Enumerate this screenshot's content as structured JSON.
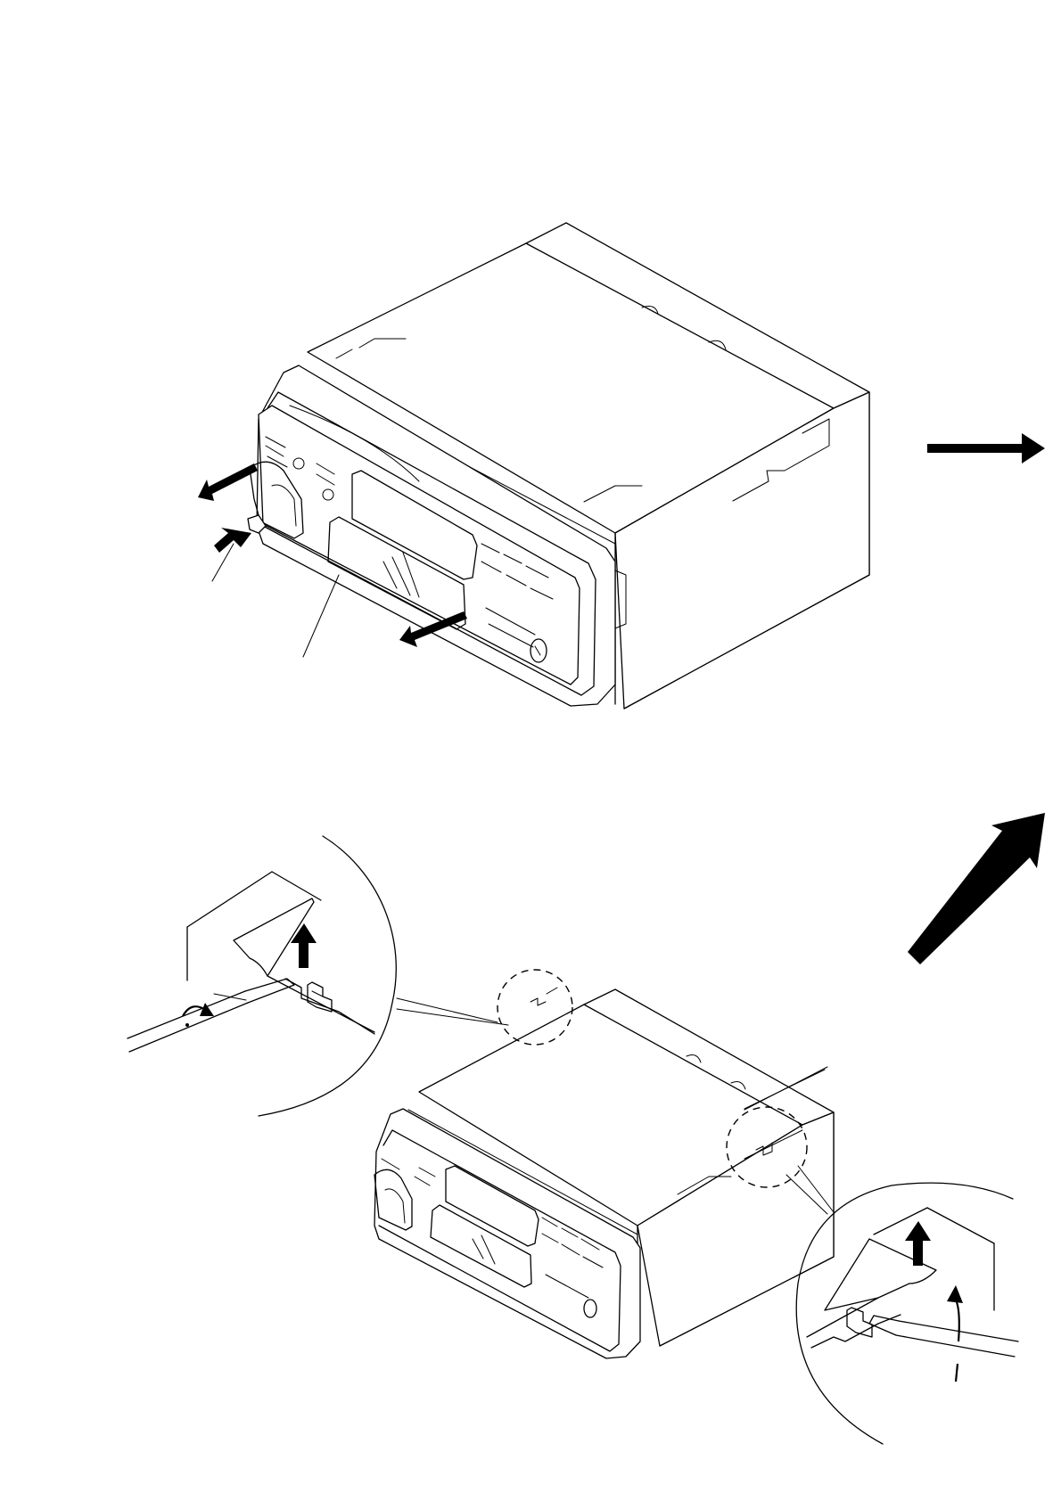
{
  "diagram": {
    "description_visible_text": [],
    "colors": {
      "ink": "#000000",
      "paper": "#ffffff"
    },
    "steps": [
      {
        "id": "step-1",
        "icon": "front-panel-removal-view"
      },
      {
        "id": "step-2",
        "icon": "cover-release-view"
      }
    ],
    "icons": [
      "flow-arrow-right-icon",
      "flow-arrow-diagonal-icon",
      "screwdriver-icon",
      "magnifier-circle-icon"
    ]
  }
}
